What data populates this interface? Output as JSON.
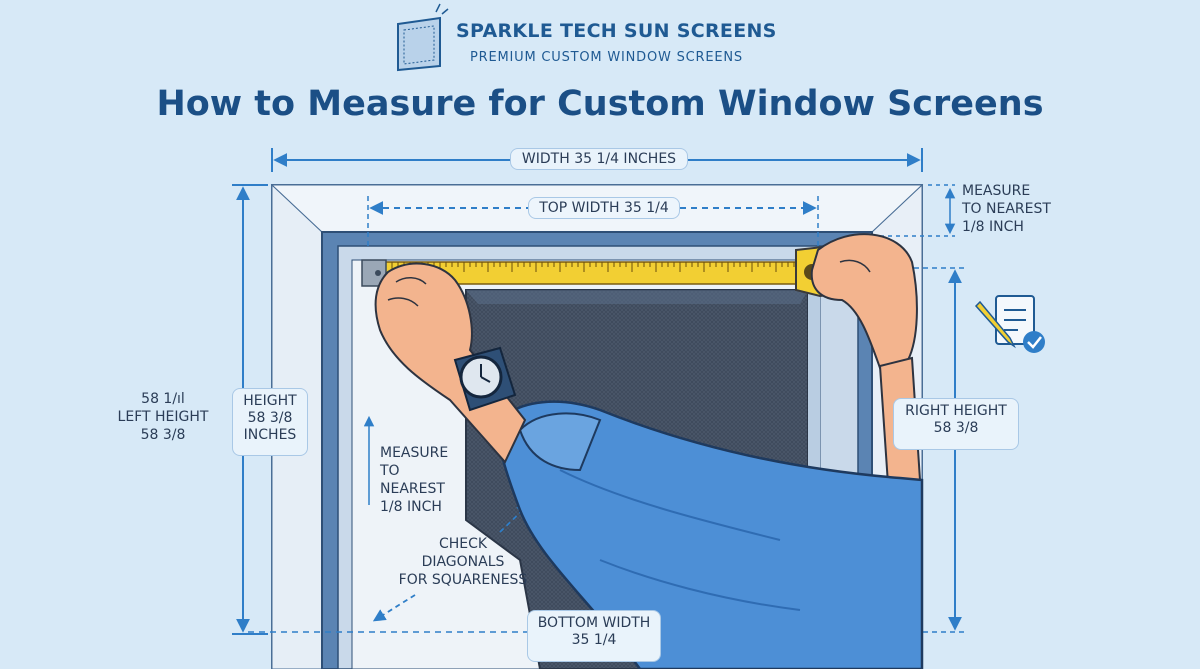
{
  "brand": {
    "name": "SPARKLE TECH SUN SCREENS",
    "tagline": "PREMIUM CUSTOM WINDOW SCREENS"
  },
  "title": "How to Measure for Custom Window Screens",
  "labels": {
    "width": "WIDTH 35 1/4 INCHES",
    "top_width": "TOP WIDTH 35 1/4",
    "measure_top": [
      "MEASURE",
      "TO NEAREST",
      "1/8 INCH"
    ],
    "height": [
      "HEIGHT",
      "58 3/8",
      "INCHES"
    ],
    "left_height": [
      "58 1/ıl",
      "LEFT HEIGHT",
      "58 3/8"
    ],
    "measure_inner": [
      "MEASURE",
      "TO",
      "NEAREST",
      "1/8 INCH"
    ],
    "diagonals": [
      "CHECK",
      "DIAGONALS",
      "FOR SQUARENESS"
    ],
    "right_height": [
      "RIGHT HEIGHT",
      "58 3/8"
    ],
    "bottom_width": [
      "BOTTOM WIDTH",
      "35 1/4"
    ]
  },
  "colors": {
    "background": "#d7e9f7",
    "brand_blue": "#1f5a93",
    "dimension_line": "#2f7ec8",
    "tape_yellow": "#f2cf33",
    "sleeve_blue": "#4d8fd6",
    "screen_mesh": "#3e4a5c"
  },
  "icons": [
    "window-screen-logo-icon",
    "checklist-pencil-icon",
    "tape-measure-icon",
    "wristwatch-icon"
  ]
}
